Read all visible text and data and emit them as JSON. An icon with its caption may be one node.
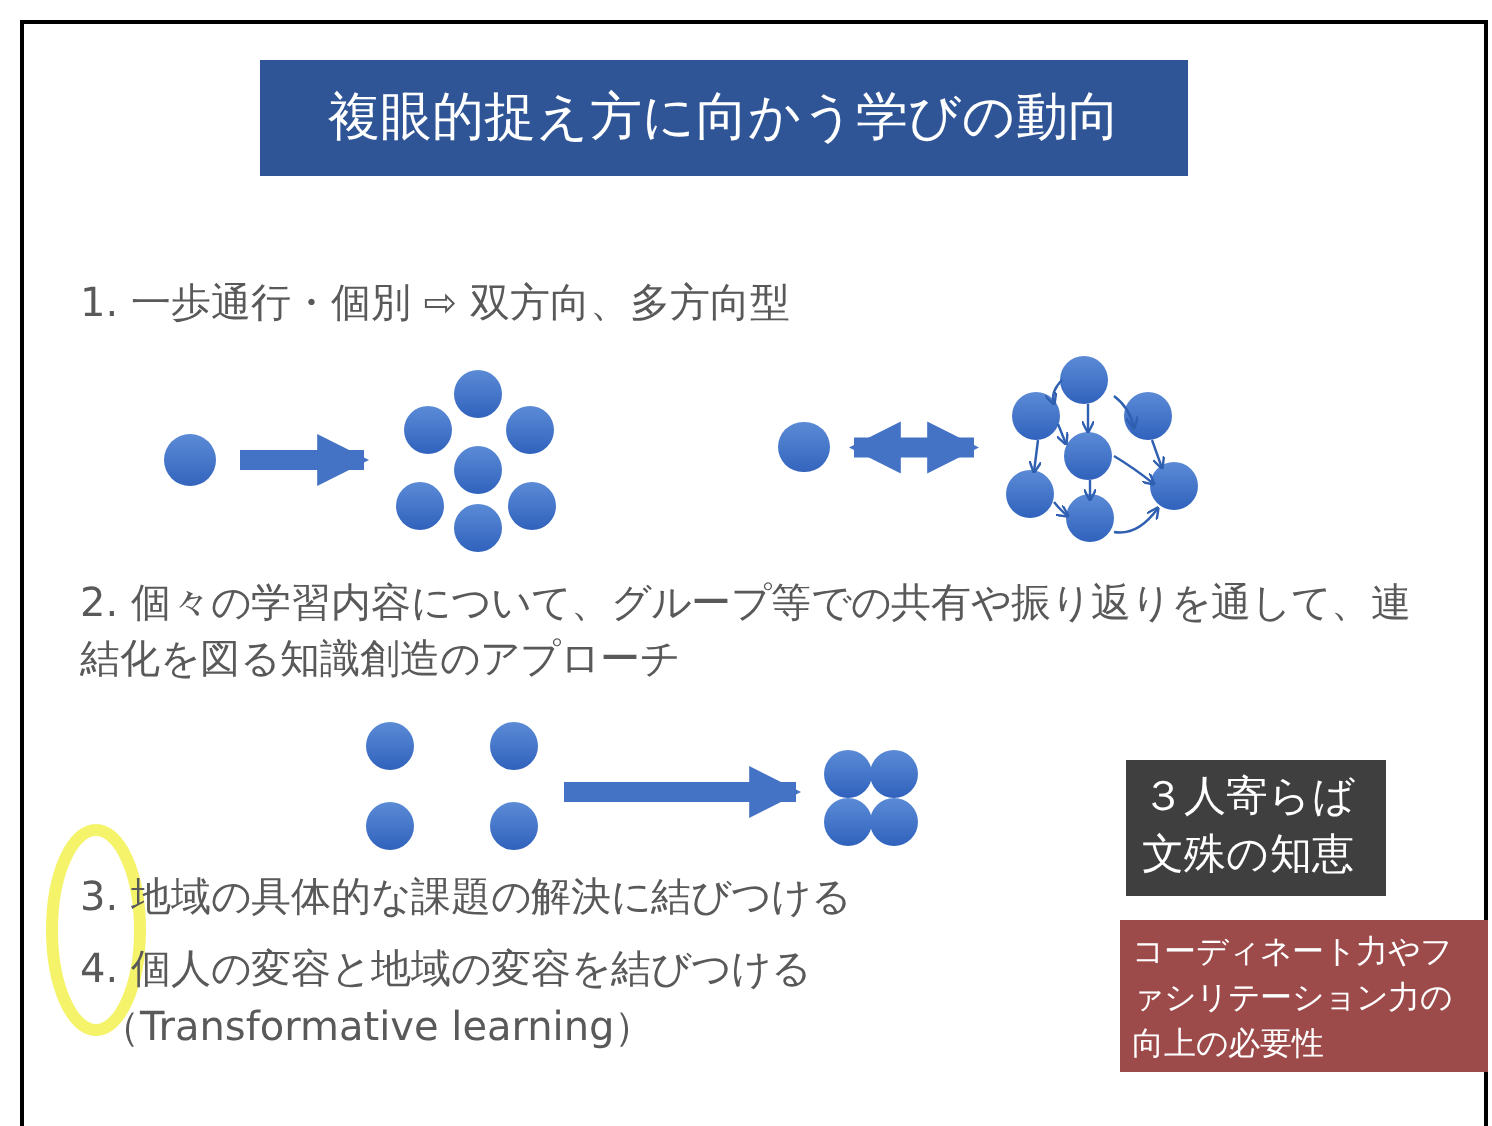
{
  "diagram": {
    "title": "複眼的捉え方に向かう学びの動向",
    "nodes": [
      {
        "text": [],
        "shape": "circle"
      },
      {
        "text": [],
        "shape": "picture"
      },
      {
        "text": [],
        "shape": "circle"
      },
      {
        "text": [],
        "shape": "picture"
      },
      {
        "text": [],
        "shape": "picture"
      },
      {
        "text": [],
        "shape": "picture"
      },
      {
        "text": [
          "３人寄らば文殊の知恵"
        ]
      },
      {
        "text": [
          "コーディネート力やファシリテーション力の向上の必要性"
        ]
      }
    ],
    "edges": [
      {
        "from": 0,
        "to": 1,
        "arrow": "to"
      },
      {
        "from": 2,
        "to": 3,
        "arrow": "both"
      },
      {
        "from": 4,
        "to": 5,
        "arrow": "to"
      }
    ],
    "labels": [
      "1. 一歩通行・個別 ⇨ 双方向、多方向型",
      "2. 個々の学習内容について、グループ等での共有や振り返りを通して、連結化を図る知識創造のアプローチ",
      "3. 地域の具体的な課題の解決に結びつける",
      "4. 個人の変容と地域の変容を結びつける",
      "（Transformative learning）"
    ]
  }
}
